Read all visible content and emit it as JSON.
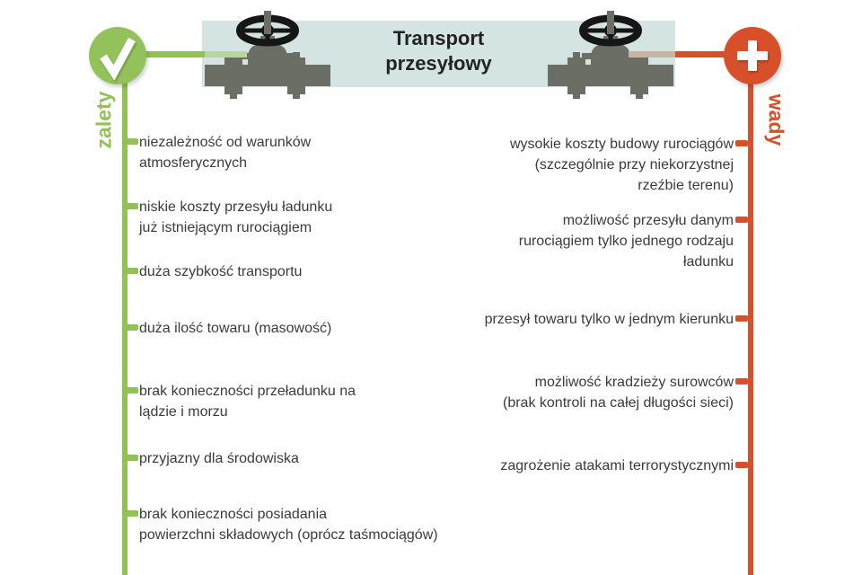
{
  "title": "Transport przesyłowy",
  "advantages": {
    "label": "zalety",
    "items": [
      {
        "lines": [
          "niezależność od warunków",
          "atmosferycznych"
        ]
      },
      {
        "lines": [
          "niskie koszty przesyłu ładunku",
          "już istniejącym rurociągiem"
        ]
      },
      {
        "lines": [
          "duża szybkość transportu"
        ]
      },
      {
        "lines": [
          "duża ilość towaru (masowość)"
        ]
      },
      {
        "lines": [
          "brak konieczności przeładunku na",
          "lądzie i morzu"
        ]
      },
      {
        "lines": [
          "przyjazny dla środowiska"
        ]
      },
      {
        "lines": [
          "brak konieczności posiadania",
          "powierzchni składowych (oprócz taśmociągów)"
        ]
      }
    ]
  },
  "disadvantages": {
    "label": "wady",
    "items": [
      {
        "lines": [
          "wysokie koszty budowy rurociągów",
          "(szczególnie przy niekorzystnej",
          "rzeźbie terenu)"
        ]
      },
      {
        "lines": [
          "możliwość przesyłu danym",
          "rurociągiem tylko jednego rodzaju",
          "ładunku"
        ]
      },
      {
        "lines": [
          "przesył towaru tylko w jednym kierunku"
        ]
      },
      {
        "lines": [
          "możliwość kradzieży surowców",
          "(brak kontroli na całej długości sieci)"
        ]
      },
      {
        "lines": [
          "zagrożenie atakami terrorystycznymi"
        ]
      }
    ]
  },
  "icons": {
    "advantages_badge": "checkmark",
    "disadvantages_badge": "plus",
    "banner_decoration": "pipeline-valve"
  },
  "colors": {
    "advantage_green": "#92c156",
    "disadvantage_orange": "#d8502a",
    "banner_blue": "#d3e4e2",
    "valve_gray": "#6a6e65",
    "text": "#3b3b3b"
  }
}
